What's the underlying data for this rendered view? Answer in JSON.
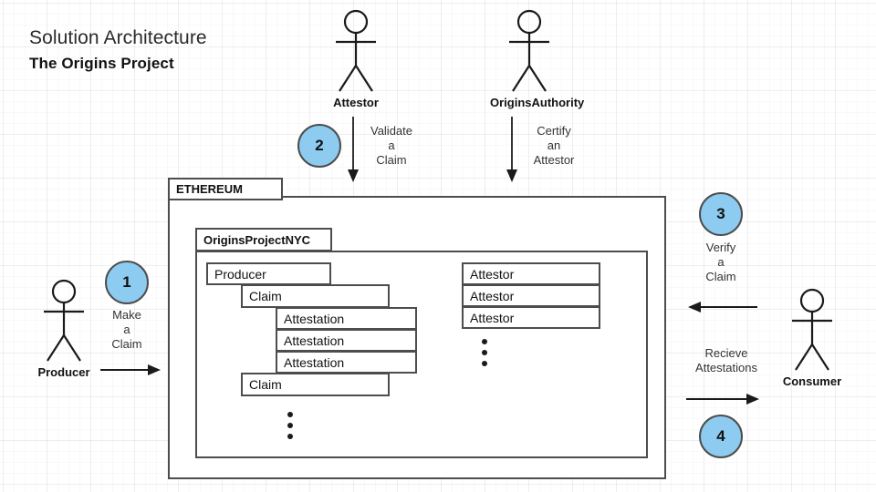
{
  "title": {
    "main": "Solution Architecture",
    "sub": "The Origins Project"
  },
  "colors": {
    "badge_fill": "#8dcbf0",
    "stroke": "#4d4d4d",
    "text": "#111111",
    "grid": "#f0f0f0"
  },
  "actors": [
    {
      "id": "attestor",
      "label": "Attestor"
    },
    {
      "id": "originsauthority",
      "label": "OriginsAuthority"
    },
    {
      "id": "producer",
      "label": "Producer"
    },
    {
      "id": "consumer",
      "label": "Consumer"
    }
  ],
  "flows": [
    {
      "badge": "1",
      "label_lines": [
        "Make",
        "a",
        "Claim"
      ],
      "direction": "right",
      "actor": "Producer"
    },
    {
      "badge": "2",
      "label_lines": [
        "Validate",
        "a",
        "Claim"
      ],
      "direction": "down",
      "actor": "Attestor"
    },
    {
      "badge": "3",
      "label_lines": [
        "Verify",
        "a",
        "Claim"
      ],
      "direction": "left",
      "actor": "Consumer"
    },
    {
      "badge": "4",
      "label_lines": [
        "Recieve",
        "Attestations"
      ],
      "direction": "right",
      "actor": "Consumer"
    }
  ],
  "flow_certify": {
    "label_lines": [
      "Certify",
      "an",
      "Attestor"
    ],
    "direction": "down",
    "actor": "OriginsAuthority"
  },
  "containers": {
    "outer": {
      "tab_label": "ETHEREUM"
    },
    "inner": {
      "tab_label": "OriginsProjectNYC"
    }
  },
  "entities": {
    "producer_box": "Producer",
    "claim_1": "Claim",
    "attestations": [
      "Attestation",
      "Attestation",
      "Attestation"
    ],
    "claim_2": "Claim",
    "attestors": [
      "Attestor",
      "Attestor",
      "Attestor"
    ],
    "ellipsis_left": "⋮",
    "ellipsis_right": "⋮"
  }
}
